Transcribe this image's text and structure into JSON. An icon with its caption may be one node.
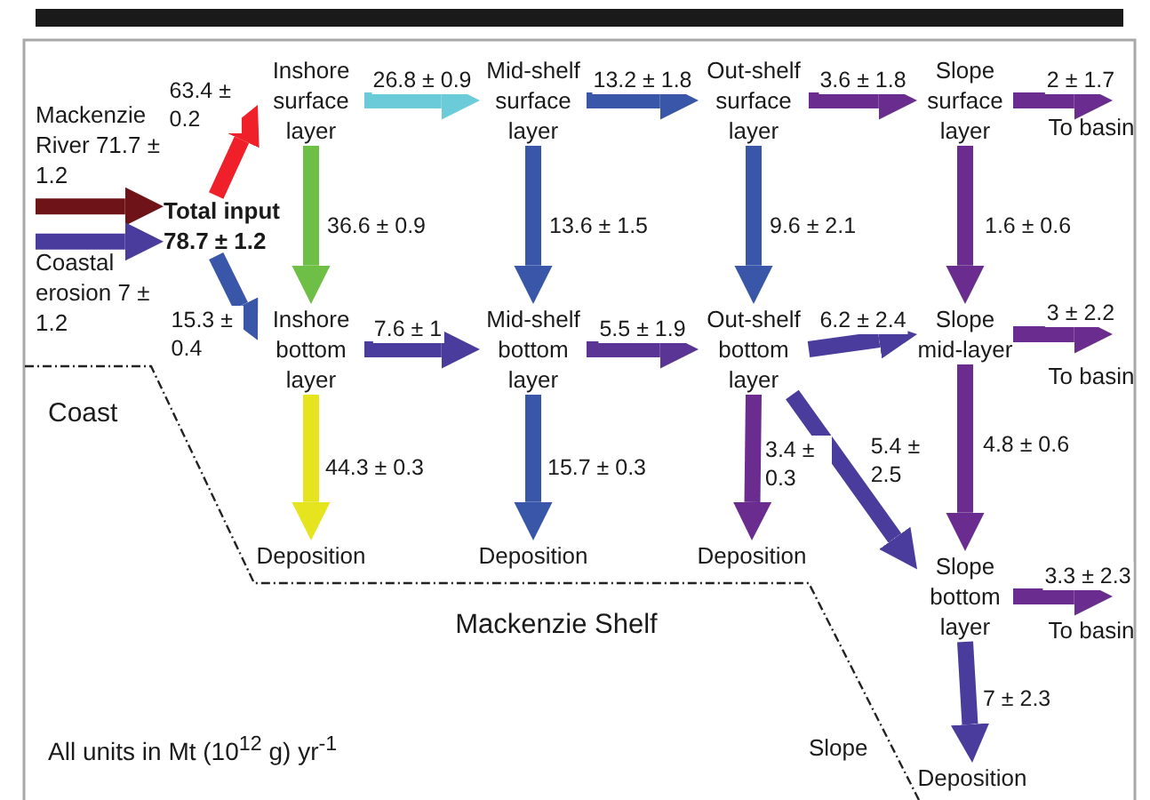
{
  "diagram": {
    "nodes": [
      {
        "text": [
          "Mackenzie River 71.7 ± 1.2"
        ]
      },
      {
        "text": [
          "Coastal erosion 7 ± 1.2"
        ]
      },
      {
        "text": [
          "Total input 78.7 ± 1.2"
        ]
      },
      {
        "text": [
          "Inshore surface layer"
        ]
      },
      {
        "text": [
          "Mid-shelf surface layer"
        ]
      },
      {
        "text": [
          "Out-shelf surface layer"
        ]
      },
      {
        "text": [
          "Slope surface layer"
        ]
      },
      {
        "text": [
          "To basin"
        ]
      },
      {
        "text": [
          "Inshore bottom layer"
        ]
      },
      {
        "text": [
          "Mid-shelf bottom layer"
        ]
      },
      {
        "text": [
          "Out-shelf bottom layer"
        ]
      },
      {
        "text": [
          "Slope mid-layer"
        ]
      },
      {
        "text": [
          "To basin"
        ]
      },
      {
        "text": [
          "Deposition"
        ]
      },
      {
        "text": [
          "Deposition"
        ]
      },
      {
        "text": [
          "Deposition"
        ]
      },
      {
        "text": [
          "Slope bottom layer"
        ]
      },
      {
        "text": [
          "To basin"
        ]
      },
      {
        "text": [
          "Deposition"
        ]
      }
    ],
    "edges": [
      {
        "from": 0,
        "to": 2,
        "arrow": "to",
        "color": "#6e1418"
      },
      {
        "from": 1,
        "to": 2,
        "arrow": "to",
        "color": "#4a3c9c"
      },
      {
        "from": 2,
        "to": 3,
        "arrow": "to",
        "label": "63.4 ± 0.2",
        "color": "#f0202a"
      },
      {
        "from": 2,
        "to": 8,
        "arrow": "to",
        "label": "15.3 ± 0.4",
        "color": "#3a56a8"
      },
      {
        "from": 3,
        "to": 4,
        "arrow": "to",
        "label": "26.8 ± 0.9",
        "color": "#6ccbd8"
      },
      {
        "from": 4,
        "to": 5,
        "arrow": "to",
        "label": "13.2 ± 1.8",
        "color": "#3a56a8"
      },
      {
        "from": 5,
        "to": 6,
        "arrow": "to",
        "label": "3.6 ± 1.8",
        "color": "#6a2c8e"
      },
      {
        "from": 6,
        "to": 7,
        "arrow": "to",
        "label": "2 ± 1.7",
        "color": "#6a2c8e"
      },
      {
        "from": 3,
        "to": 8,
        "arrow": "to",
        "label": "36.6 ± 0.9",
        "color": "#6dbf45"
      },
      {
        "from": 4,
        "to": 9,
        "arrow": "to",
        "label": "13.6 ± 1.5",
        "color": "#3a56a8"
      },
      {
        "from": 5,
        "to": 10,
        "arrow": "to",
        "label": "9.6 ± 2.1",
        "color": "#3a56a8"
      },
      {
        "from": 6,
        "to": 11,
        "arrow": "to",
        "label": "1.6 ± 0.6",
        "color": "#6a2c8e"
      },
      {
        "from": 8,
        "to": 9,
        "arrow": "to",
        "label": "7.6 ± 1",
        "color": "#4a3c9c"
      },
      {
        "from": 9,
        "to": 10,
        "arrow": "to",
        "label": "5.5 ± 1.9",
        "color": "#5a3595"
      },
      {
        "from": 10,
        "to": 11,
        "arrow": "to",
        "label": "6.2 ± 2.4",
        "color": "#4a3c9c"
      },
      {
        "from": 11,
        "to": 12,
        "arrow": "to",
        "label": "3 ± 2.2",
        "color": "#6a2c8e"
      },
      {
        "from": 8,
        "to": 13,
        "arrow": "to",
        "label": "44.3 ± 0.3",
        "color": "#e6e41e"
      },
      {
        "from": 9,
        "to": 14,
        "arrow": "to",
        "label": "15.7 ± 0.3",
        "color": "#3a56a8"
      },
      {
        "from": 10,
        "to": 15,
        "arrow": "to",
        "label": "3.4 ± 0.3",
        "color": "#6a2c8e"
      },
      {
        "from": 10,
        "to": 16,
        "arrow": "to",
        "label": "5.4 ± 2.5",
        "color": "#4a3c9c"
      },
      {
        "from": 11,
        "to": 16,
        "arrow": "to",
        "label": "4.8 ± 0.6",
        "color": "#6a2c8e"
      },
      {
        "from": 16,
        "to": 17,
        "arrow": "to",
        "label": "3.3 ± 2.3",
        "color": "#6a2c8e"
      },
      {
        "from": 16,
        "to": 18,
        "arrow": "to",
        "label": "7 ± 2.3",
        "color": "#4a3c9c"
      }
    ],
    "labels": [
      "Coast",
      "Mackenzie Shelf",
      "Slope",
      "All units in Mt (10$^{12}$ g) yr$^{-1}$"
    ]
  }
}
